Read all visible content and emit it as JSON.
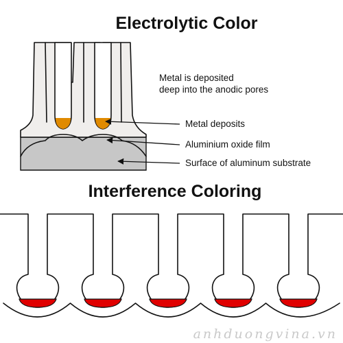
{
  "colors": {
    "oxide_fill": "#f0eeec",
    "substrate_fill": "#c7c7c7",
    "metal_deposit": "#e08a00",
    "interference_deposit": "#e00000",
    "outline": "#111111",
    "watermark": "#c9c9c9"
  },
  "electrolytic": {
    "title": "Electrolytic Color",
    "annotation_line1": "Metal is deposited",
    "annotation_line2": "deep into the anodic pores",
    "labels": {
      "metal_deposits": "Metal deposits",
      "oxide_film": "Aluminium oxide film",
      "substrate": "Surface of aluminum substrate"
    }
  },
  "interference": {
    "title": "Interference Coloring",
    "pore_count": 5
  },
  "watermark": "anhduongvina.vn"
}
